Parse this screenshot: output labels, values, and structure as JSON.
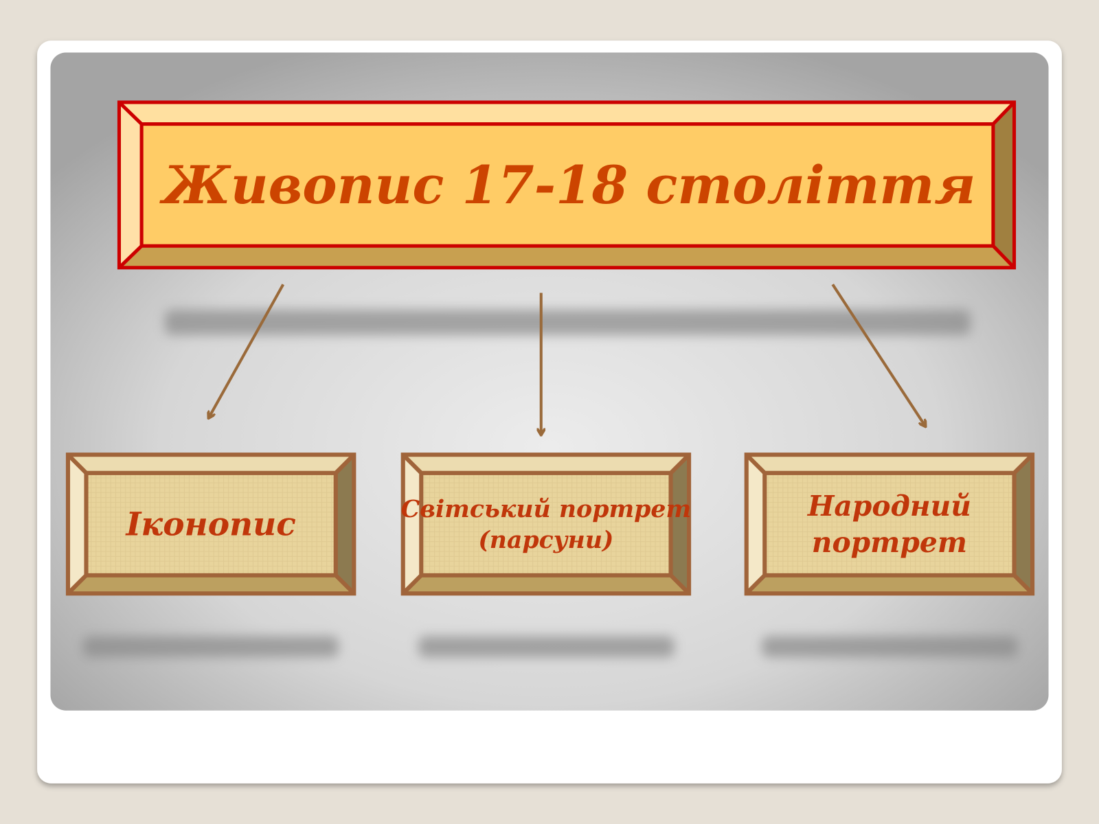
{
  "slide": {
    "title": "Живопис 17-18 століття",
    "branches": [
      {
        "lines": [
          "Іконопис"
        ]
      },
      {
        "lines": [
          "Світський портрет",
          "(парсуни)"
        ]
      },
      {
        "lines": [
          "Народний",
          "портрет"
        ]
      }
    ]
  },
  "colors": {
    "title_text": "#cc4400",
    "title_border": "#cc0000",
    "title_face": "#ffcc66",
    "branch_border": "#a0643a",
    "branch_face": "#e8d49c",
    "arrow": "#9a6a3a"
  }
}
